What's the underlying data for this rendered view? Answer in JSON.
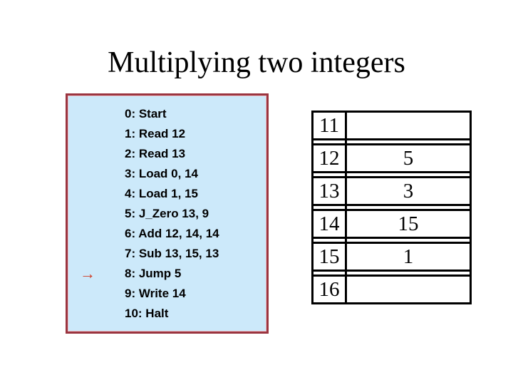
{
  "slide_title": "Multiplying two integers",
  "program": {
    "pointer_icon": "→",
    "lines": [
      {
        "text": "0: Start",
        "current": false
      },
      {
        "text": "1: Read 12",
        "current": false
      },
      {
        "text": "2: Read 13",
        "current": false
      },
      {
        "text": "3: Load 0, 14",
        "current": false
      },
      {
        "text": "4: Load 1, 15",
        "current": false
      },
      {
        "text": "5: J_Zero 13, 9",
        "current": false
      },
      {
        "text": "6: Add 12, 14, 14",
        "current": false
      },
      {
        "text": "7: Sub 13, 15, 13",
        "current": false
      },
      {
        "text": "8: Jump 5",
        "current": true
      },
      {
        "text": "9: Write 14",
        "current": false
      },
      {
        "text": "10: Halt",
        "current": false
      }
    ]
  },
  "memory_table": {
    "rows": [
      {
        "address": "11",
        "value": ""
      },
      {
        "address": "12",
        "value": "5"
      },
      {
        "address": "13",
        "value": "3"
      },
      {
        "address": "14",
        "value": "15"
      },
      {
        "address": "15",
        "value": "1"
      },
      {
        "address": "16",
        "value": ""
      }
    ]
  },
  "colors": {
    "slide_background": "#ffffff",
    "program_box_background": "#cce9fa",
    "program_box_border": "#9b3540",
    "pointer_arrow": "#cf3a22",
    "text": "#000000",
    "table_border": "#000000"
  }
}
